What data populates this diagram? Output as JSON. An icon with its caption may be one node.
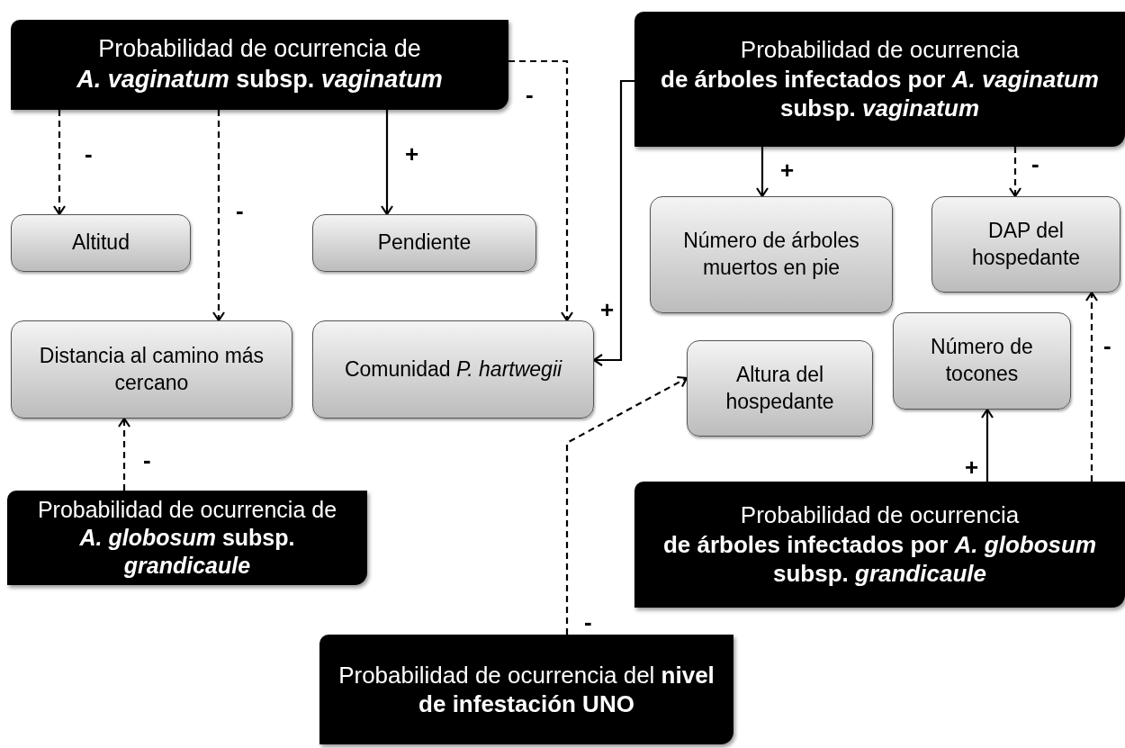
{
  "diagram": {
    "nodes": [
      {
        "text": [
          "Probabilidad de ocurrencia de",
          "*A. vaginatum* subsp. *vaginatum*"
        ]
      },
      {
        "text": [
          "Altitud"
        ]
      },
      {
        "text": [
          "Pendiente"
        ]
      },
      {
        "text": [
          "Distancia al camino más cercano"
        ]
      },
      {
        "text": [
          "Comunidad *P. hartwegii*"
        ]
      },
      {
        "text": [
          "Probabilidad de ocurrencia",
          "de árboles infectados por *A. vaginatum* subsp. *vaginatum*"
        ]
      },
      {
        "text": [
          "Número de árboles muertos en pie"
        ]
      },
      {
        "text": [
          "DAP del hospedante"
        ]
      },
      {
        "text": [
          "Altura del hospedante"
        ]
      },
      {
        "text": [
          "Número de tocones"
        ]
      },
      {
        "text": [
          "Probabilidad de ocurrencia de",
          "*A. globosum* subsp. *grandicaule*"
        ]
      },
      {
        "text": [
          "Probabilidad de ocurrencia",
          "de árboles infectados por *A. globosum* subsp. *grandicaule*"
        ]
      },
      {
        "text": [
          "Probabilidad de ocurrencia del **nivel de infestación UNO**"
        ]
      }
    ],
    "edges": [
      {
        "from": 0,
        "to": 1,
        "arrow": "to",
        "label": "-",
        "style": "dashed"
      },
      {
        "from": 0,
        "to": 3,
        "arrow": "to",
        "label": "-",
        "style": "dashed"
      },
      {
        "from": 0,
        "to": 2,
        "arrow": "to",
        "label": "+"
      },
      {
        "from": 0,
        "to": 4,
        "arrow": "to",
        "label": "-",
        "style": "dashed"
      },
      {
        "from": 5,
        "to": 4,
        "arrow": "to",
        "label": "+"
      },
      {
        "from": 5,
        "to": 6,
        "arrow": "to",
        "label": "+"
      },
      {
        "from": 5,
        "to": 7,
        "arrow": "to",
        "label": "-",
        "style": "dashed"
      },
      {
        "from": 10,
        "to": 3,
        "arrow": "to",
        "label": "-",
        "style": "dashed"
      },
      {
        "from": 11,
        "to": 9,
        "arrow": "to",
        "label": "+"
      },
      {
        "from": 11,
        "to": 7,
        "arrow": "to",
        "label": "-",
        "style": "dashed"
      },
      {
        "from": 12,
        "to": 8,
        "arrow": "to",
        "label": "-",
        "style": "dashed"
      }
    ]
  }
}
